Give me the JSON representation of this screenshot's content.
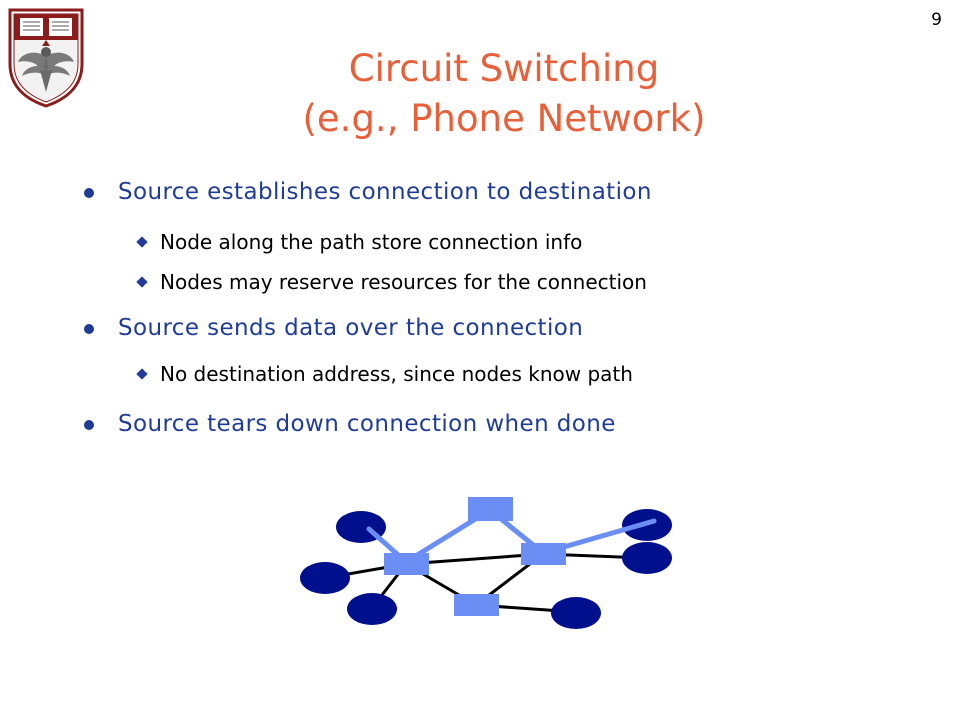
{
  "page": {
    "number": "9",
    "title_line1": "Circuit Switching",
    "title_line2": "(e.g., Phone Network)"
  },
  "bullets": [
    {
      "text": "Source establishes connection to destination",
      "sub": [
        "Node along the path store connection info",
        "Nodes may reserve resources for the connection"
      ]
    },
    {
      "text": "Source sends data over the connection",
      "sub": [
        "No destination address, since nodes know path"
      ]
    },
    {
      "text": "Source tears down connection when done",
      "sub": []
    }
  ],
  "colors": {
    "title": "#e8603a",
    "bullet_text": "#1f3c96",
    "host": "#000f8c",
    "switch": "#6b8ef5",
    "circuit_path": "#6b8ef5",
    "link": "#000000"
  },
  "icons": {
    "logo": "university-crest-icon",
    "bullet_level1": "round-bullet-icon",
    "bullet_level2": "diamond-bullet-icon"
  }
}
